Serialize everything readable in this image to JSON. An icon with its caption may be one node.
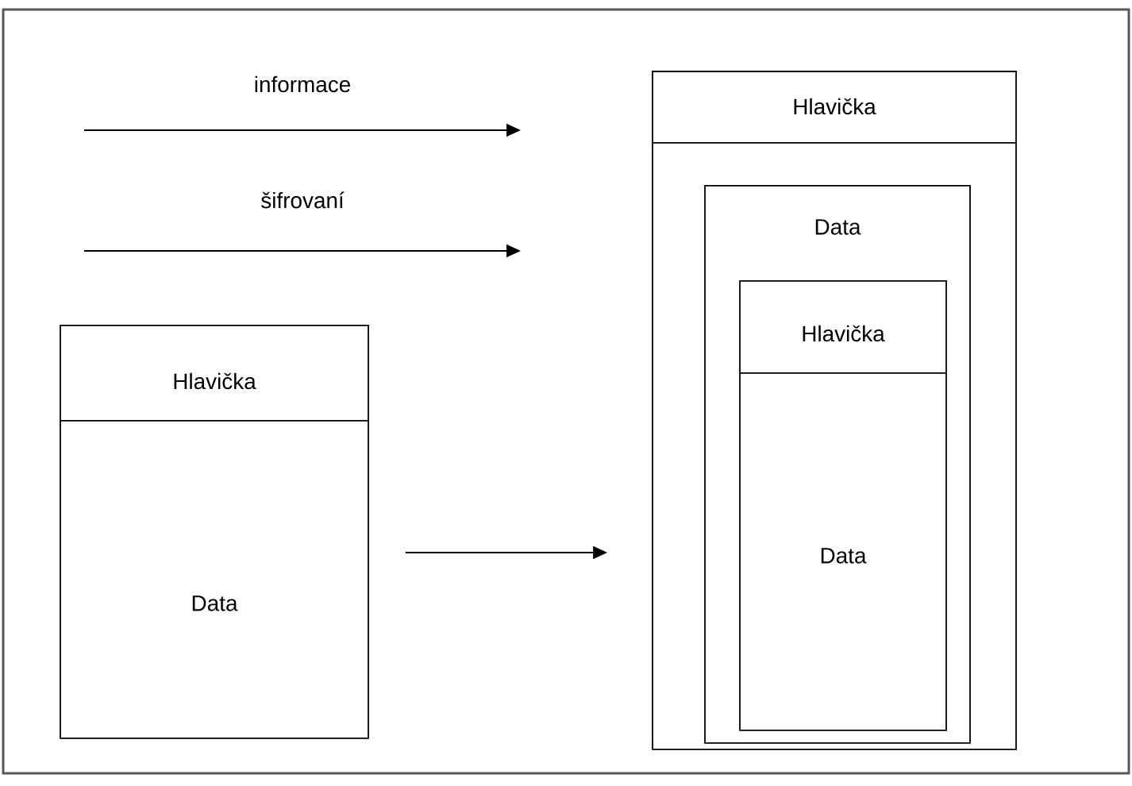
{
  "diagram": {
    "nodes": [
      {
        "text": [
          "Hlavička",
          "Data"
        ]
      },
      {
        "text": [
          "Hlavička"
        ]
      },
      {
        "text": [
          "Data"
        ],
        "in": 1
      },
      {
        "text": [
          "Hlavička",
          "Data"
        ],
        "in": 2
      }
    ],
    "edges": [
      {
        "from": 0,
        "to": 1,
        "arrow": "to"
      }
    ],
    "legend": [
      {
        "text": "informace"
      },
      {
        "text": "šifrovaní"
      }
    ]
  }
}
